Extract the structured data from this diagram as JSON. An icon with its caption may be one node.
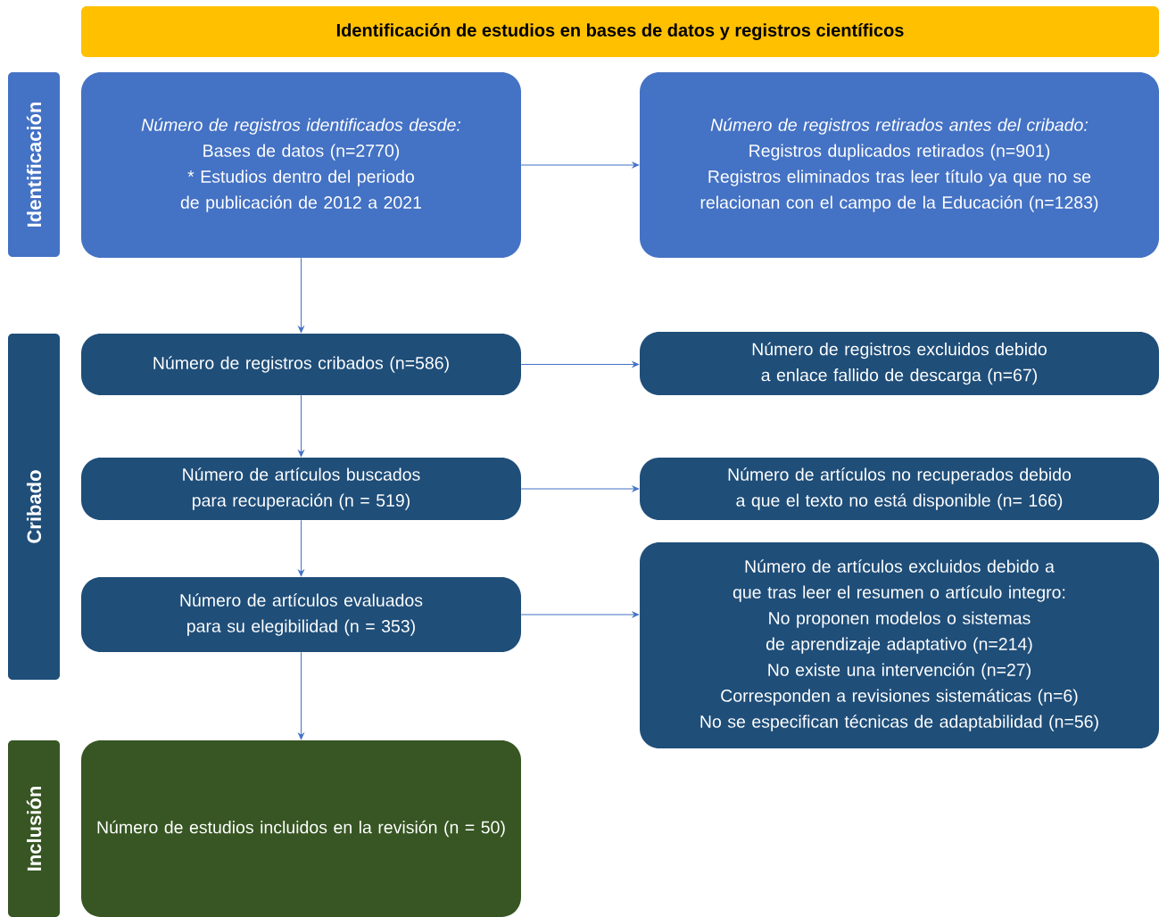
{
  "diagram": {
    "title": "Identificación de estudios en bases de datos y registros científicos",
    "nodes": [
      {
        "text": [
          "Identificación"
        ]
      },
      {
        "text": [
          "Número de registros identificados desde:",
          "Bases de datos (n=2770)",
          "* Estudios dentro del periodo de publicación de 2012 a 2021"
        ]
      },
      {
        "text": [
          "Número de registros retirados antes del cribado:",
          "Registros duplicados retirados (n=901)",
          "Registros eliminados tras leer título ya que no se relacionan con el campo de la Educación (n=1283)"
        ]
      },
      {
        "text": [
          "Cribado"
        ]
      },
      {
        "text": [
          "Número de registros cribados (n=586)"
        ]
      },
      {
        "text": [
          "Número de registros excluidos debido a enlace fallido de descarga (n=67)"
        ]
      },
      {
        "text": [
          "Número de artículos buscados para recuperación (n = 519)"
        ]
      },
      {
        "text": [
          "Número de artículos no recuperados debido a que el texto no está disponible (n= 166)"
        ]
      },
      {
        "text": [
          "Número de artículos evaluados para su elegibilidad (n = 353)"
        ]
      },
      {
        "text": [
          "Número de artículos excluidos debido a que tras leer el resumen o artículo integro:",
          "No proponen modelos o sistemas de aprendizaje adaptativo (n=214)",
          "No existe una intervención (n=27)",
          "Corresponden a revisiones sistemáticas (n=6)",
          "No se especifican técnicas de adaptabilidad (n=56)"
        ]
      },
      {
        "text": [
          "Inclusión"
        ]
      },
      {
        "text": [
          "Número de estudios incluidos en la revisión (n = 50)"
        ]
      }
    ],
    "edges": [
      {
        "from": 1,
        "to": 2,
        "arrow": "to"
      },
      {
        "from": 1,
        "to": 4,
        "arrow": "to"
      },
      {
        "from": 4,
        "to": 5,
        "arrow": "to"
      },
      {
        "from": 4,
        "to": 6,
        "arrow": "to"
      },
      {
        "from": 6,
        "to": 7,
        "arrow": "to"
      },
      {
        "from": 6,
        "to": 8,
        "arrow": "to"
      },
      {
        "from": 8,
        "to": 9,
        "arrow": "to"
      },
      {
        "from": 8,
        "to": 11,
        "arrow": "to"
      }
    ]
  }
}
